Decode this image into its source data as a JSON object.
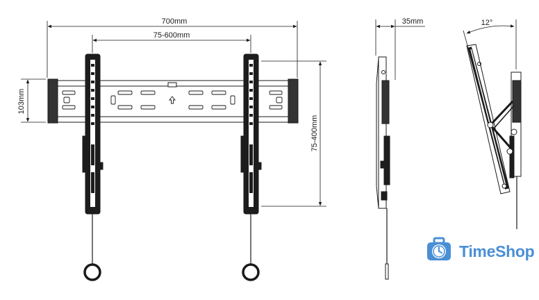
{
  "dimensions": {
    "overall_width": "700mm",
    "vesa_horizontal": "75-600mm",
    "rail_height": "103mm",
    "vesa_vertical": "75-400mm",
    "depth": "35mm",
    "tilt_angle": "12°"
  },
  "brand": {
    "name": "TimeShop",
    "icon": "suitcase-clock-icon",
    "color": "#4a8fd6"
  }
}
